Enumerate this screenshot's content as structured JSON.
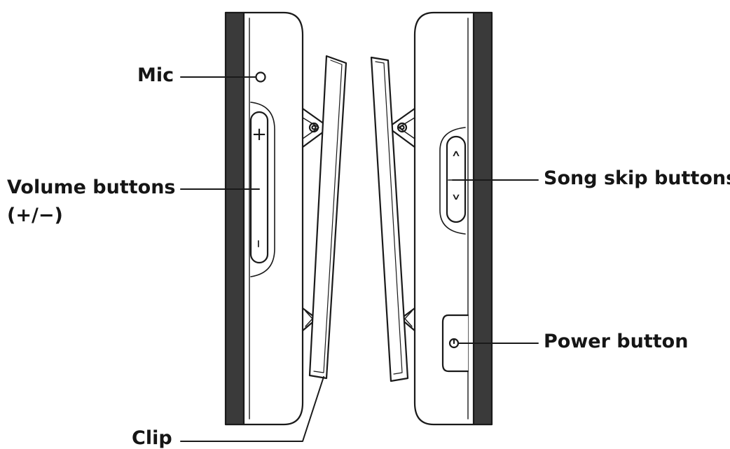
{
  "labels": {
    "mic": "Mic",
    "volume": "Volume buttons",
    "volume_sub": "(+/−)",
    "song_skip": "Song skip buttons",
    "power": "Power button",
    "clip": "Clip"
  },
  "glyphs": {
    "plus": "+",
    "minus": "–",
    "up": "˄",
    "down": "˅"
  },
  "colors": {
    "line": "#1a1a1a",
    "dark_band": "#3a3a3a",
    "text": "#151515"
  }
}
